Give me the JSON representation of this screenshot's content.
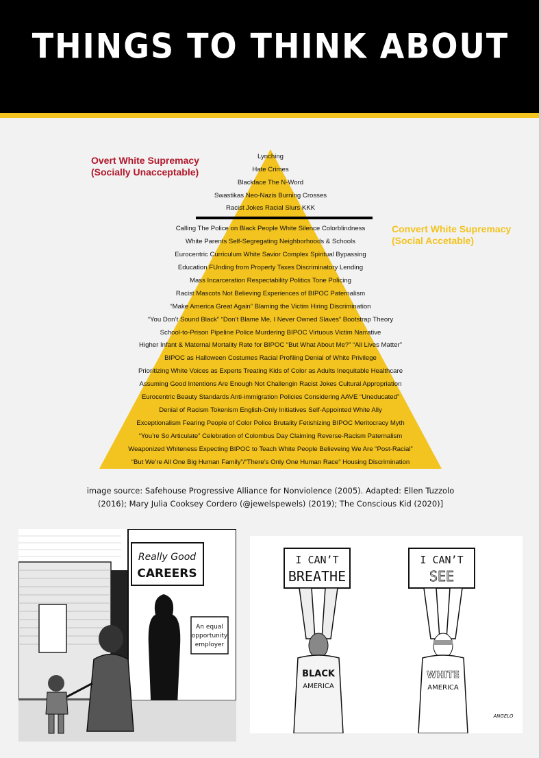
{
  "header": {
    "title": "THINGS TO THINK ABOUT"
  },
  "pyramid": {
    "overt_label": [
      "Overt White Supremacy",
      "(Socially Unacceptable)"
    ],
    "covert_label": [
      "Convert White Supremacy",
      "(Social Accetable)"
    ],
    "overt_items": [
      "Lynching",
      "Hate Crimes",
      "Blackface  The N-Word",
      "Swastikas  Neo-Nazis  Burning Crosses",
      "Racist Jokes  Racial Slurs  KKK"
    ],
    "covert_items": [
      "Calling The Police on Black People  White Silence  Colorblindness",
      "White Parents Self-Segregating  Neighborhoods & Schools",
      "Eurocentric Curriculum  White Savior Complex  Spiritual Bypassing",
      "Education FUnding from Property Taxes  Discriminatory Lending",
      "Mass Incarceration  Respectability Politics  Tone Policing",
      "Racist Mascots   Not Believing Experiences of BIPOC  Paternalism",
      "“Make America Great Again”  Blaming the Victim  Hiring Discrimination",
      "“You Don’t Sound Black”  “Don’t Blame Me, I Never Owned Slaves”  Bootstrap Theory",
      "School-to-Prison Pipeline  Police Murdering BIPOC  Virtuous Victim Narrative",
      "Higher Infant & Maternal Mortality Rate for BIPOC  “But What About Me?”  “All Lives Matter”",
      "BIPOC as Halloween Costumes  Racial Profiling  Denial of White Privilege",
      "Prioritizing White Voices as Experts  Treating Kids of Color as Adults  Inequitable Healthcare",
      "Assuming Good Intentions Are Enough  Not Challengin Racist Jokes  Cultural Appropriation",
      "Eurocentric Beauty Standards  Anti-immigration Policies  Considering AAVE “Uneducated”",
      "Denial of Racism  Tokenism  English-Only Initiatives  Self-Appointed White Ally",
      "Exceptionalism  Fearing People of Color  Police Brutality  Fetishizing BIPOC  Meritocracy Myth",
      "“You’re So Articulate”  Celebration of Colombus Day  Claiming Reverse-Racism  Paternalism",
      "Weaponized Whiteness  Expecting BIPOC to Teach White People  Believeing We Are “Post-Racial”",
      "“But We’re All One Big Human Family”/“There’s Only One Human Race”  Housing Discrimination"
    ]
  },
  "source": [
    "image source: Safehouse Progressive Alliance for Nonviolence (2005). Adapted: Ellen Tuzzolo",
    "(2016); Mary Julia Cooksey Cordero (@jewelspewels) (2019); The Conscious Kid (2020)]"
  ],
  "cartoon1": {
    "sign": [
      "Really Good",
      "CAREERS"
    ],
    "notice": [
      "An equal",
      "opportunity",
      "employer"
    ]
  },
  "cartoon2": {
    "left_sign": [
      "I CAN’T",
      "BREATHE"
    ],
    "right_sign": [
      "I CAN’T",
      "SEE"
    ],
    "left_shirt": [
      "BLACK",
      "AMERICA"
    ],
    "right_shirt": [
      "WHITE",
      "AMERICA"
    ],
    "signature": "ANGELO"
  },
  "colors": {
    "black": "#000000",
    "gold": "#f3c31f",
    "red": "#b0152a"
  }
}
